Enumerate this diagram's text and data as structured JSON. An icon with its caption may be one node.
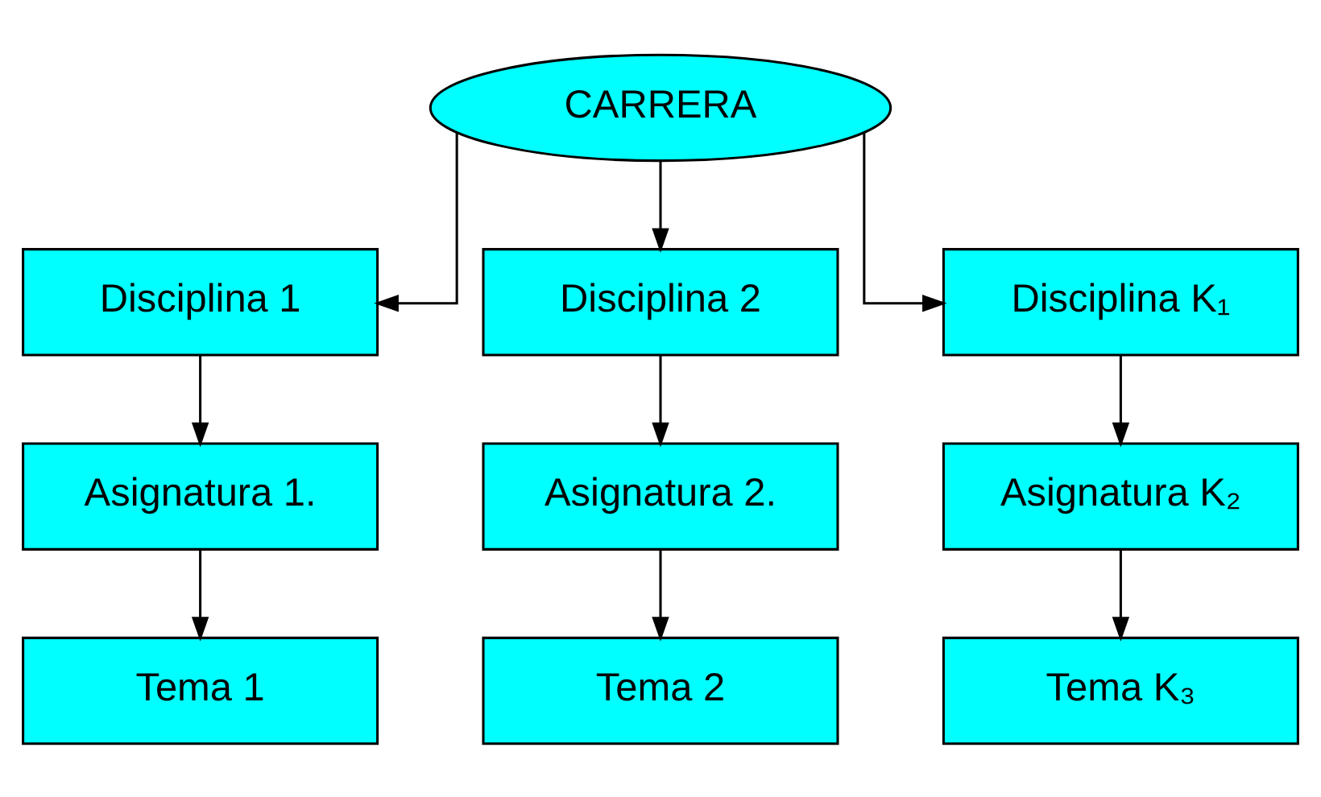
{
  "diagram": {
    "nodes": [
      {
        "text": [
          "CARRERA"
        ]
      },
      {
        "text": [
          "Disciplina 1"
        ]
      },
      {
        "text": [
          "Disciplina 2"
        ]
      },
      {
        "text": [
          "Disciplina K₁"
        ]
      },
      {
        "text": [
          "Asignatura 1."
        ]
      },
      {
        "text": [
          "Asignatura 2."
        ]
      },
      {
        "text": [
          "Asignatura K₂"
        ]
      },
      {
        "text": [
          "Tema 1"
        ]
      },
      {
        "text": [
          "Tema 2"
        ]
      },
      {
        "text": [
          "Tema K₃"
        ]
      }
    ],
    "edges": [
      {
        "from": 0,
        "to": 1,
        "arrow": "to"
      },
      {
        "from": 0,
        "to": 2,
        "arrow": "to"
      },
      {
        "from": 0,
        "to": 3,
        "arrow": "to"
      },
      {
        "from": 1,
        "to": 4,
        "arrow": "to"
      },
      {
        "from": 2,
        "to": 5,
        "arrow": "to"
      },
      {
        "from": 3,
        "to": 6,
        "arrow": "to"
      },
      {
        "from": 4,
        "to": 7,
        "arrow": "to"
      },
      {
        "from": 5,
        "to": 8,
        "arrow": "to"
      },
      {
        "from": 6,
        "to": 9,
        "arrow": "to"
      }
    ]
  }
}
